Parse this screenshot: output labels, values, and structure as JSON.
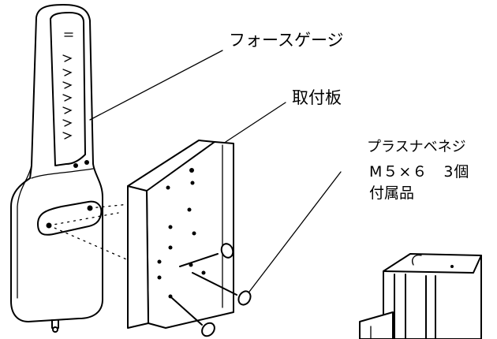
{
  "labels": {
    "force_gauge": "フォースゲージ",
    "mounting_plate": "取付板",
    "screw_name": "プラスナベネジ",
    "screw_spec": "M５×６　3個",
    "screw_included": "付属品"
  },
  "colors": {
    "line": "#000000",
    "background": "#ffffff"
  }
}
